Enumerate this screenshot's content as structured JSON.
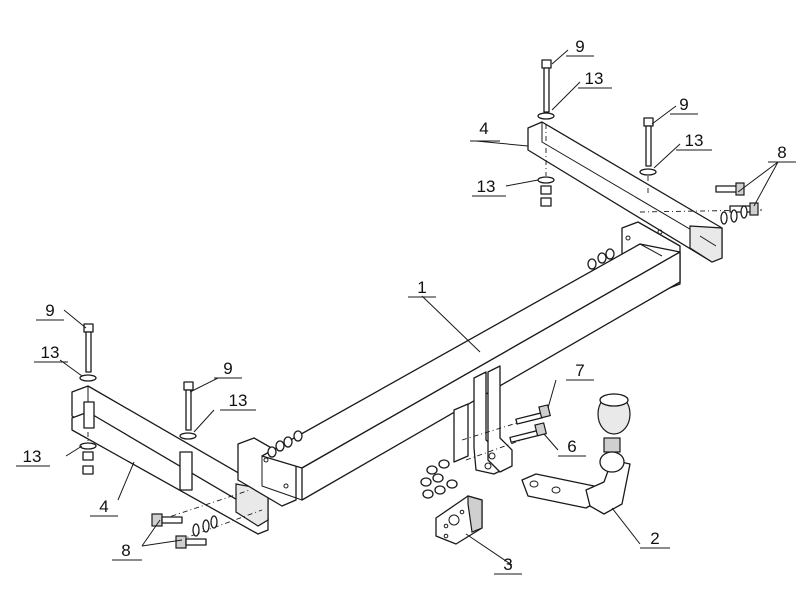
{
  "diagram": {
    "callouts": [
      {
        "id": "c1",
        "text": "1"
      },
      {
        "id": "c2",
        "text": "2"
      },
      {
        "id": "c3",
        "text": "3"
      },
      {
        "id": "c4a",
        "text": "4"
      },
      {
        "id": "c4b",
        "text": "4"
      },
      {
        "id": "c6",
        "text": "6"
      },
      {
        "id": "c7",
        "text": "7"
      },
      {
        "id": "c8a",
        "text": "8"
      },
      {
        "id": "c8b",
        "text": "8"
      },
      {
        "id": "c9a",
        "text": "9"
      },
      {
        "id": "c9b",
        "text": "9"
      },
      {
        "id": "c9c",
        "text": "9"
      },
      {
        "id": "c9d",
        "text": "9"
      },
      {
        "id": "c13a",
        "text": "13"
      },
      {
        "id": "c13b",
        "text": "13"
      },
      {
        "id": "c13c",
        "text": "13"
      },
      {
        "id": "c13d",
        "text": "13"
      },
      {
        "id": "c13e",
        "text": "13"
      },
      {
        "id": "c13f",
        "text": "13"
      }
    ]
  }
}
